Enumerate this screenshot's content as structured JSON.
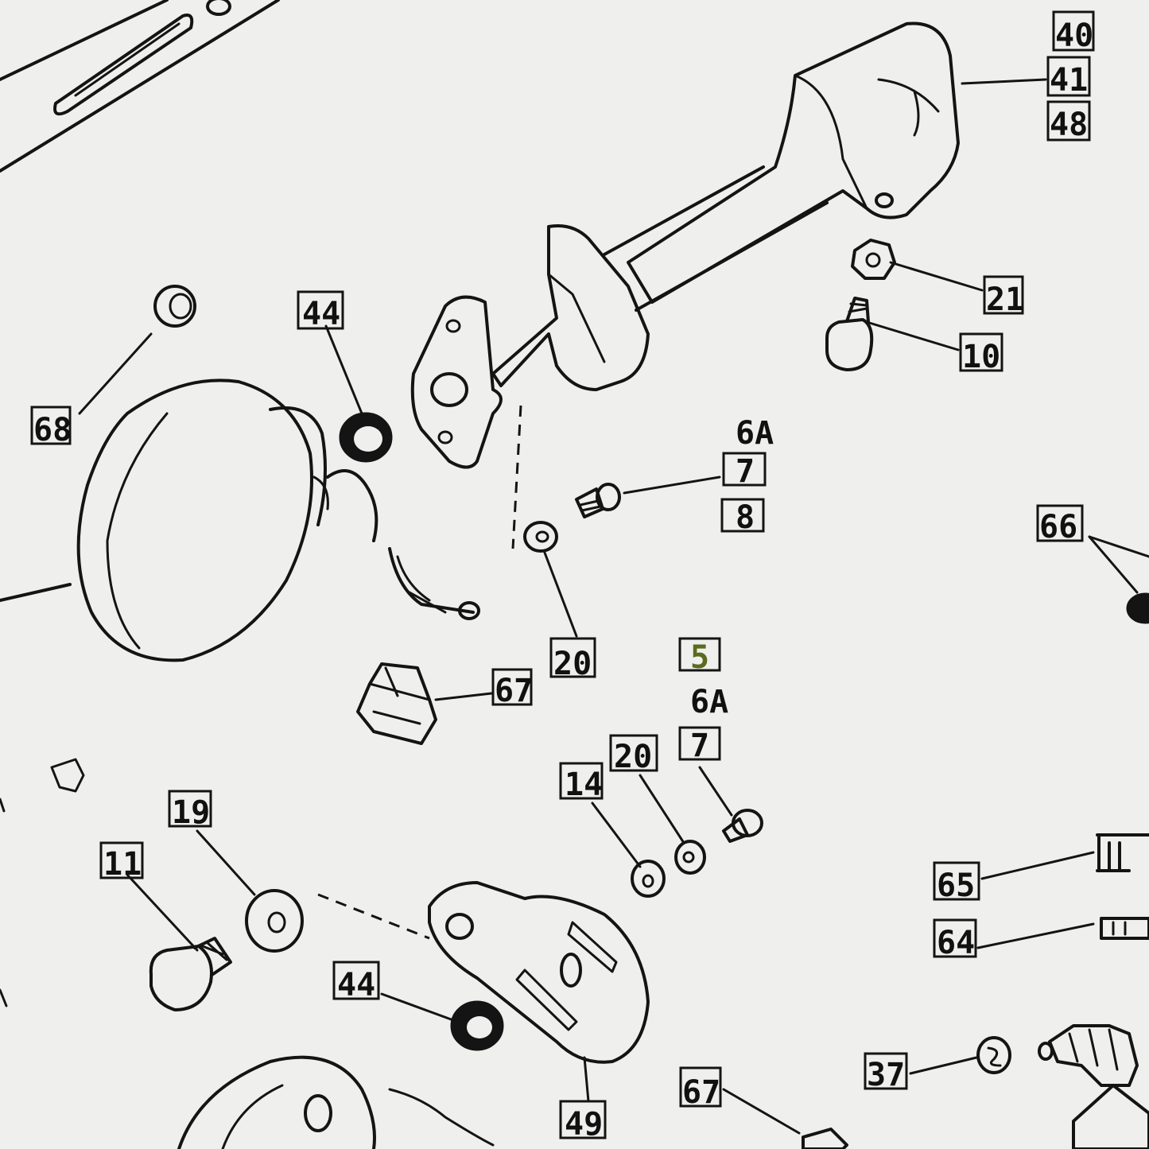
{
  "diagram": {
    "callouts": {
      "c40": "40",
      "c41": "41",
      "c48": "48",
      "c21": "21",
      "c10": "10",
      "c44a": "44",
      "c68": "68",
      "c6A_top": "6A",
      "c7_top": "7",
      "c8": "8",
      "c66": "66",
      "c20_top": "20",
      "c5": "5",
      "c6A_mid": "6A",
      "c67_top": "67",
      "c20_mid": "20",
      "c7_mid": "7",
      "c14": "14",
      "c19": "19",
      "c11": "11",
      "c65": "65",
      "c64": "64",
      "c44b": "44",
      "c37": "37",
      "c49": "49",
      "c67_bot": "67"
    },
    "colors": {
      "paper": "#efefed",
      "ink": "#141414",
      "highlight_label": "#5a6b1e"
    }
  }
}
